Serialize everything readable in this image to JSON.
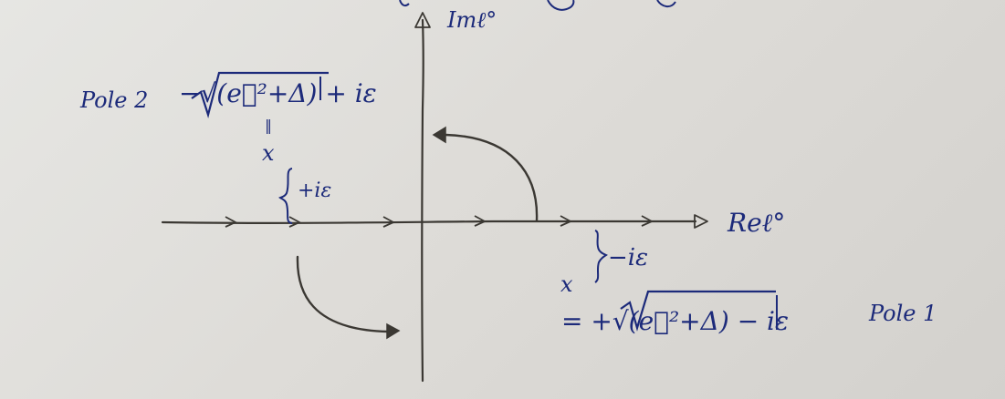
{
  "axes": {
    "imag_label": "Imℓ°",
    "real_label": "Reℓ°"
  },
  "pole2": {
    "label": "Pole 2",
    "formula": "−√(e⃗²+Δ) + iε",
    "equals_mark": "‖",
    "marker": "x",
    "shift": "+iε"
  },
  "pole1": {
    "label": "Pole 1",
    "formula": "= +√(e⃗²+Δ) − iε",
    "marker": "x",
    "shift": "−iε"
  },
  "colors": {
    "ink_blue": "#1c2a7a",
    "pencil": "#3b3833",
    "paper": "#dfddd9"
  }
}
